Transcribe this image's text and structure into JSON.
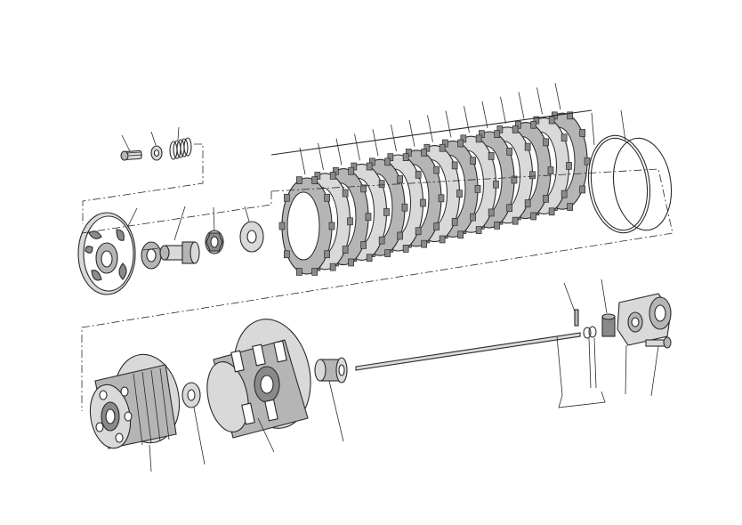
{
  "diagram": {
    "type": "exploded-parts-diagram",
    "subject": "clutch assembly",
    "colors": {
      "ink": "#2a2a2a",
      "mid": "#8a8a8a",
      "shade": "#b5b5b5",
      "light": "#d9d9d9",
      "background": "#ffffff"
    },
    "parts": [
      {
        "id": "bolt-small",
        "icon": "bolt-icon"
      },
      {
        "id": "washer-small",
        "icon": "washer-icon"
      },
      {
        "id": "clutch-spring",
        "icon": "coil-spring-icon"
      },
      {
        "id": "pressure-plate",
        "icon": "pressure-plate-icon"
      },
      {
        "id": "bearing",
        "icon": "bearing-icon"
      },
      {
        "id": "pushrod-cup",
        "icon": "pushrod-cup-icon"
      },
      {
        "id": "nut",
        "icon": "nut-icon"
      },
      {
        "id": "washer-large",
        "icon": "washer-icon"
      },
      {
        "id": "clutch-plate-stack",
        "icon": "friction-plate-stack-icon"
      },
      {
        "id": "wire-ring-1",
        "icon": "ring-icon"
      },
      {
        "id": "wire-ring-2",
        "icon": "ring-icon"
      },
      {
        "id": "inner-hub",
        "icon": "clutch-hub-icon"
      },
      {
        "id": "thrust-washer",
        "icon": "washer-icon"
      },
      {
        "id": "clutch-basket",
        "icon": "clutch-basket-icon"
      },
      {
        "id": "bushing",
        "icon": "bushing-icon"
      },
      {
        "id": "pushrod",
        "icon": "rod-icon"
      },
      {
        "id": "small-pin",
        "icon": "pin-icon"
      },
      {
        "id": "o-rings",
        "icon": "o-ring-icon"
      },
      {
        "id": "slave-piston",
        "icon": "piston-icon"
      },
      {
        "id": "slave-cylinder",
        "icon": "slave-cylinder-icon"
      },
      {
        "id": "mounting-bolt",
        "icon": "bolt-icon"
      }
    ]
  }
}
